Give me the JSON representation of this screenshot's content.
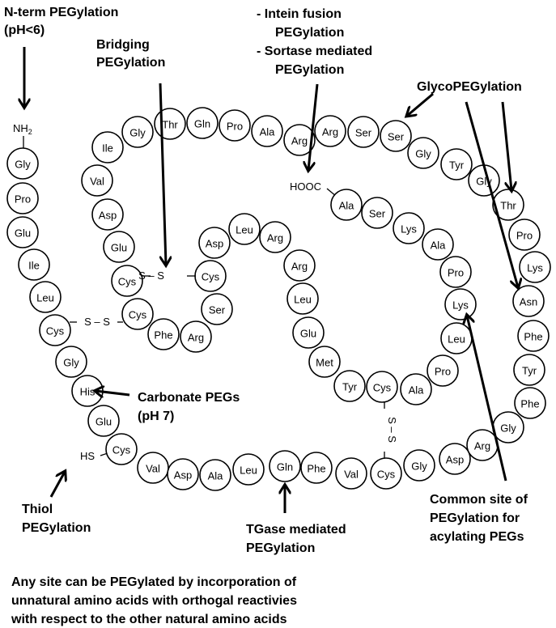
{
  "labels": {
    "nterm_1": "N-term PEGylation",
    "nterm_2": "(pH<6)",
    "bridging_1": "Bridging",
    "bridging_2": "PEGylation",
    "intein_1": "-   Intein fusion",
    "intein_2": "PEGylation",
    "sortase_1": "-   Sortase mediated",
    "sortase_2": "PEGylation",
    "glyco": "GlycoPEGylation",
    "carbonate_1": "Carbonate PEGs",
    "carbonate_2": "(pH 7)",
    "thiol_1": "Thiol",
    "thiol_2": "PEGylation",
    "tgase_1": "TGase mediated",
    "tgase_2": "PEGylation",
    "common_1": "Common site of",
    "common_2": "PEGylation for",
    "common_3": "acylating PEGs",
    "footer_1": "Any site can be PEGylated by incorporation of",
    "footer_2": "unnatural amino acids with orthogal reactivies",
    "footer_3": "with respect to the other natural amino acids"
  },
  "chem": {
    "nh2": "NH",
    "nh2_sub": "2",
    "hooc": "HOOC",
    "hs": "HS",
    "ss": "S – S"
  },
  "residues": [
    "Gly",
    "Pro",
    "Glu",
    "Ile",
    "Leu",
    "Cys",
    "Gly",
    "His",
    "Glu",
    "Cys",
    "Val",
    "Asp",
    "Ala",
    "Leu",
    "Gln",
    "Phe",
    "Val",
    "Cys",
    "Gly",
    "Asp",
    "Arg",
    "Gly",
    "Phe",
    "Tyr",
    "Phe",
    "Asn",
    "Lys",
    "Pro",
    "Thr",
    "Gly",
    "Tyr",
    "Gly",
    "Ser",
    "Ser",
    "Arg",
    "Arg",
    "Ala",
    "Pro",
    "Gln",
    "Thr",
    "Gly",
    "Ile",
    "Val",
    "Asp",
    "Glu",
    "Cys",
    "Cys",
    "Phe",
    "Arg",
    "Ser",
    "Cys",
    "Asp",
    "Leu",
    "Arg",
    "Arg",
    "Leu",
    "Glu",
    "Met",
    "Tyr",
    "Cys",
    "Ala",
    "Pro",
    "Leu",
    "Lys",
    "Pro",
    "Ala",
    "Lys",
    "Ser",
    "Ala"
  ]
}
